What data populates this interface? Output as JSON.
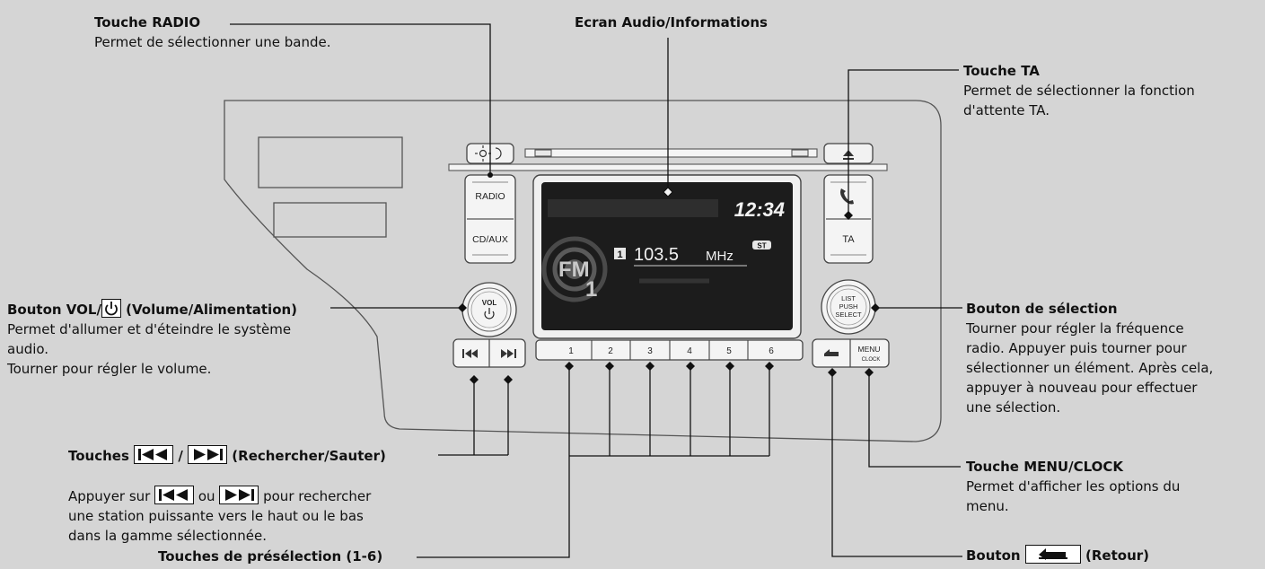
{
  "callouts": {
    "radio": {
      "title": "Touche RADIO",
      "desc": "Permet de sélectionner une bande."
    },
    "screen": {
      "title": "Ecran Audio/Informations"
    },
    "ta": {
      "title": "Touche TA",
      "desc": "Permet de sélectionner la fonction\nd'attente TA."
    },
    "vol": {
      "title_pre": "Bouton VOL/",
      "title_post": " (Volume/Alimentation)",
      "desc": "Permet d'allumer et d'éteindre le système\naudio.\nTourner pour régler le volume."
    },
    "select": {
      "title": "Bouton de sélection",
      "desc": "Tourner pour régler la fréquence\nradio. Appuyer puis tourner pour\nsélectionner un élément. Après cela,\nappuyer à nouveau pour effectuer\nune sélection."
    },
    "seek": {
      "title_pre": "Touches ",
      "title_mid": " / ",
      "title_post": " (Rechercher/Sauter)",
      "desc1_pre": "Appuyer sur ",
      "desc1_mid": " ou ",
      "desc1_post": " pour rechercher",
      "desc2": "une station puissante vers le haut ou le bas\ndans la gamme sélectionnée."
    },
    "menu": {
      "title": "Touche MENU/CLOCK",
      "desc": "Permet d'afficher les options du\nmenu."
    },
    "presets": {
      "title": "Touches de présélection (1-6)"
    },
    "back": {
      "title_pre": "Bouton ",
      "title_post": " (Retour)"
    }
  },
  "unit": {
    "radio": "RADIO",
    "cdaux": "CD/AUX",
    "vol_line1": "VOL",
    "ta": "TA",
    "sel1": "LIST",
    "sel2": "PUSH",
    "sel3": "SELECT",
    "menu": "MENU",
    "clock": "CLOCK",
    "presets": [
      "1",
      "2",
      "3",
      "4",
      "5",
      "6"
    ]
  },
  "display": {
    "time": "12:34",
    "band": "FM",
    "band_num": "1",
    "preset": "1",
    "freq": "103.5",
    "unit": "MHz",
    "stereo": "ST"
  },
  "icons": [
    "power-icon",
    "seek-back-icon",
    "seek-forward-icon",
    "back-arrow-icon",
    "phone-icon",
    "illumination-icon",
    "eject-icon"
  ]
}
